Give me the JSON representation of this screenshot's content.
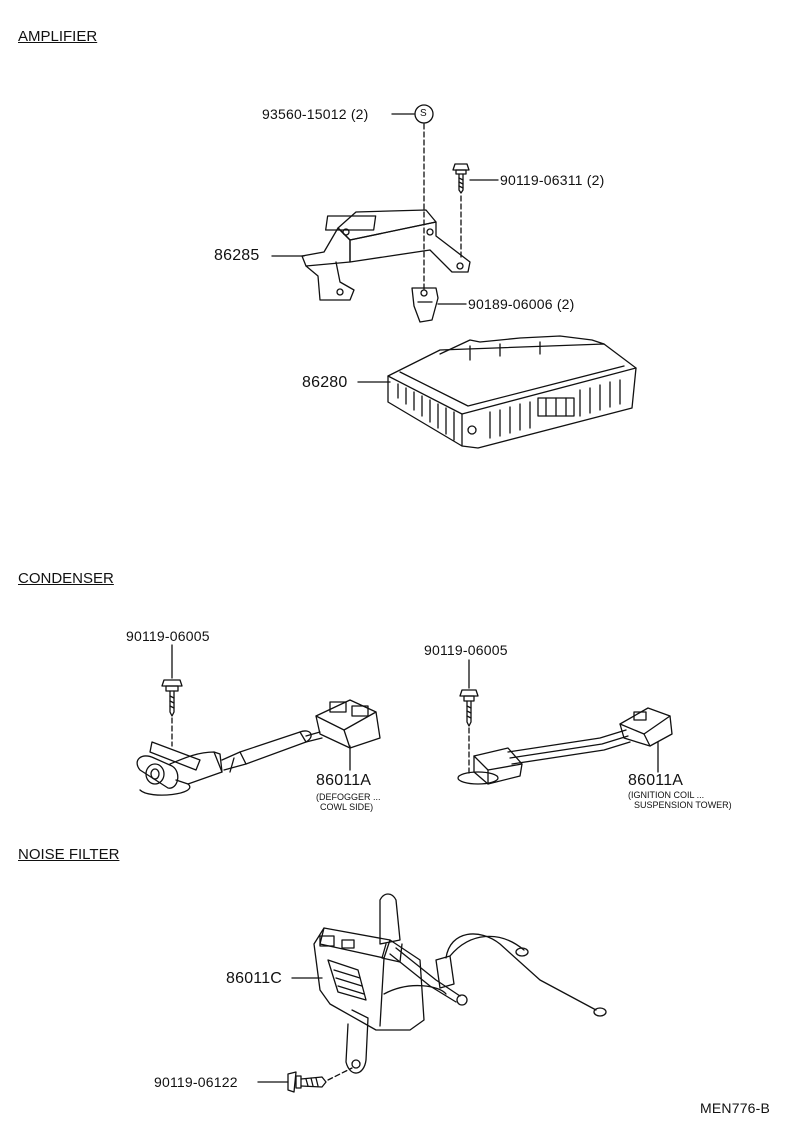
{
  "sections": {
    "amplifier": "AMPLIFIER",
    "condenser": "CONDENSER",
    "noise_filter": "NOISE FILTER"
  },
  "amplifier": {
    "part_93560": "93560-15012 (2)",
    "s_symbol": "S",
    "part_90119_06311": "90119-06311  (2)",
    "part_86285": "86285",
    "part_90189": "90189-06006 (2)",
    "part_86280": "86280"
  },
  "condenser": {
    "left_bolt": "90119-06005",
    "left_part": "86011A",
    "left_note_1": "(DEFOGGER ...",
    "left_note_2": "COWL SIDE)",
    "right_bolt": "90119-06005",
    "right_part": "86011A",
    "right_note_1": "(IGNITION COIL ...",
    "right_note_2": "SUSPENSION TOWER)"
  },
  "noise_filter": {
    "part_86011C": "86011C",
    "bolt": "90119-06122"
  },
  "diagram_code": "MEN776-B"
}
